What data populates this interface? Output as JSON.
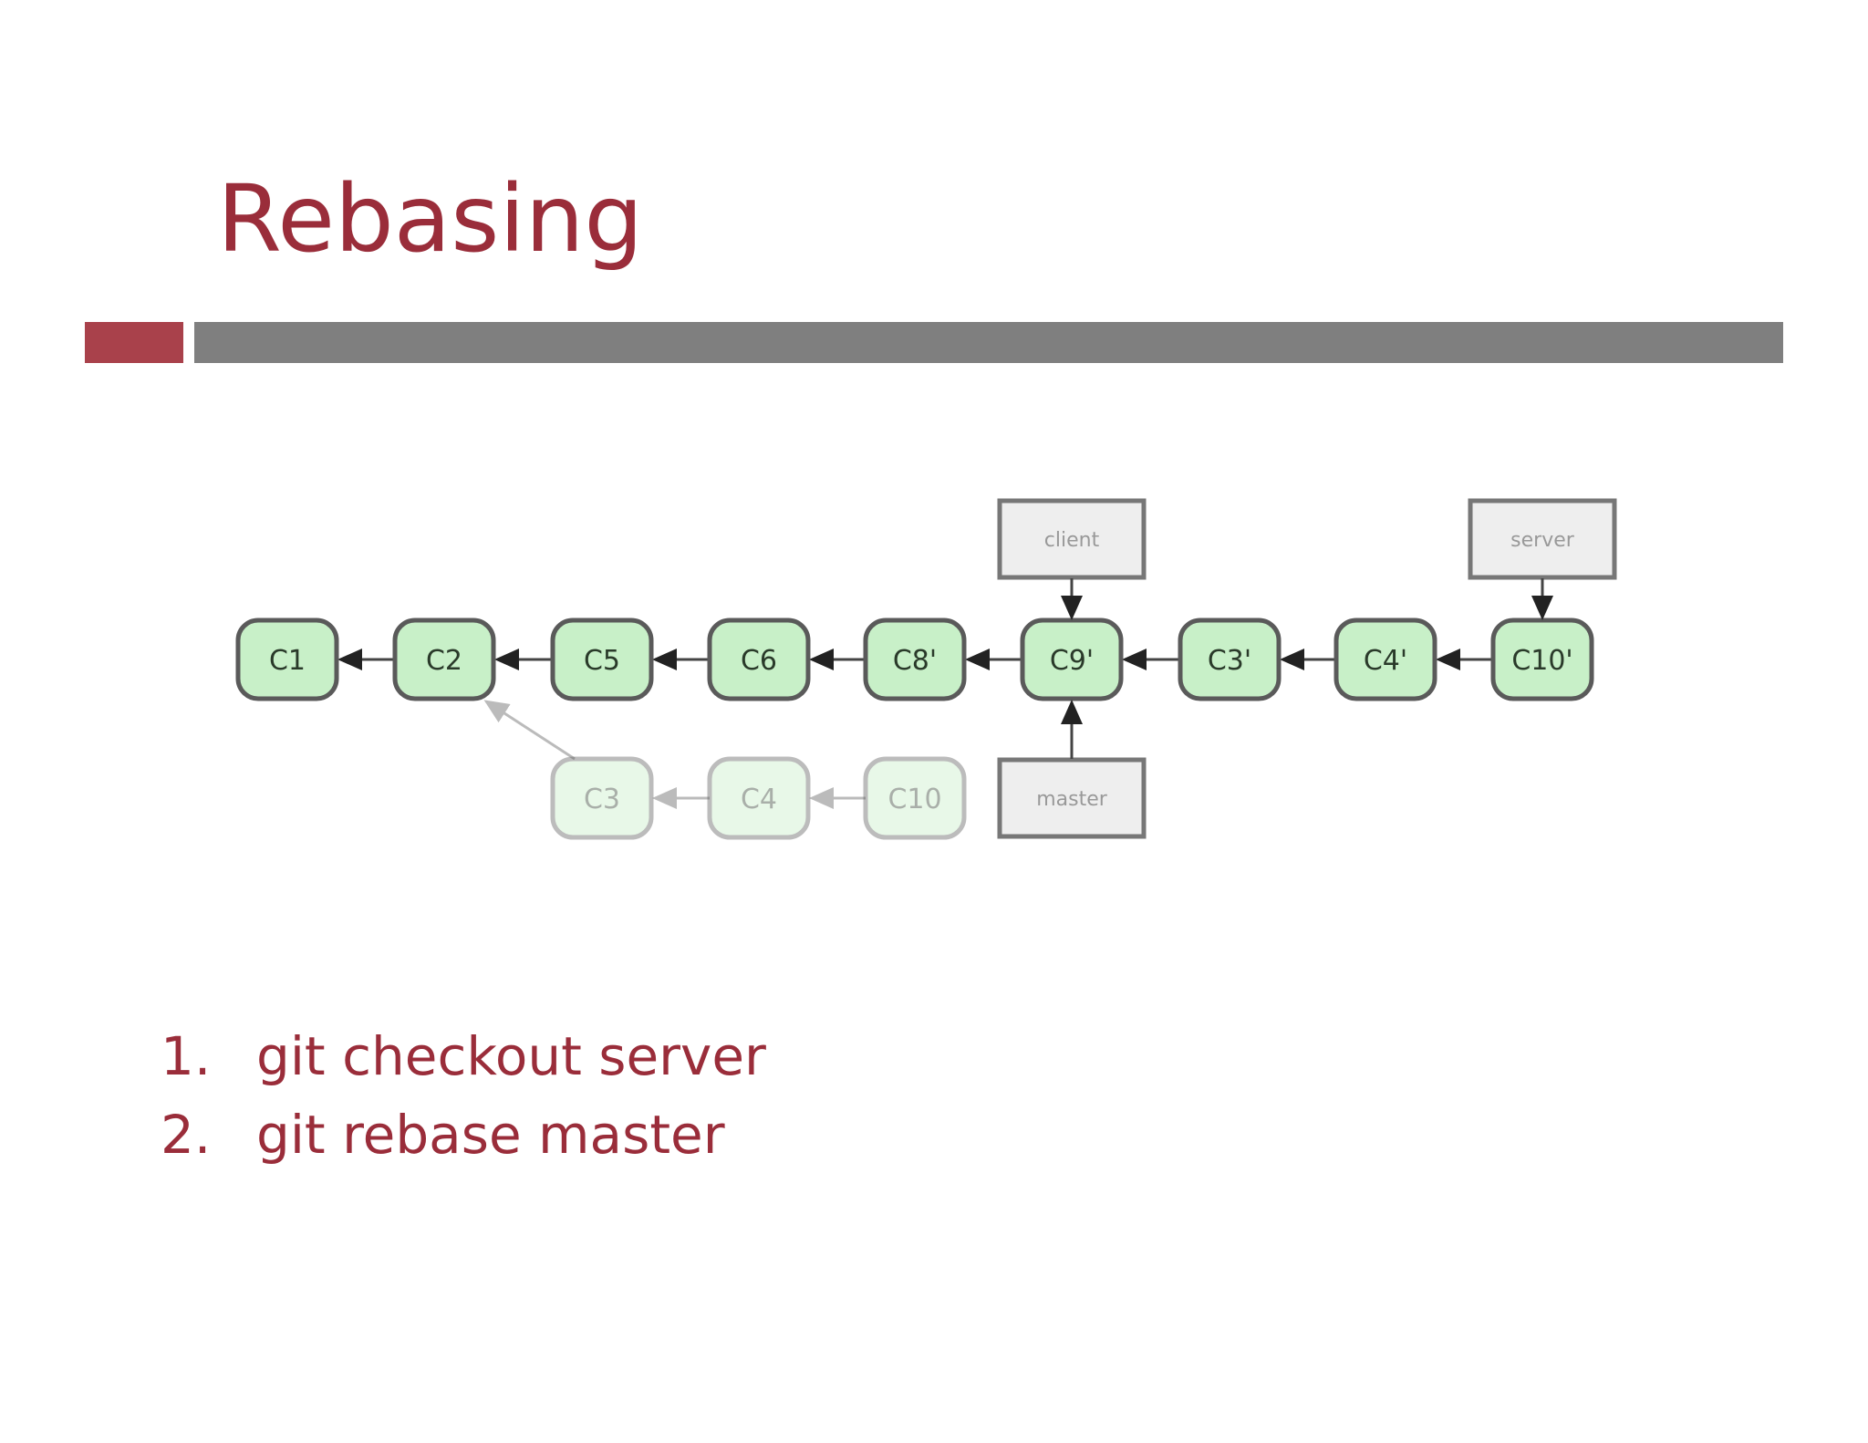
{
  "slide": {
    "title": "Rebasing",
    "colors": {
      "title": "#9a2d3a",
      "accent_bar": "#a9414b",
      "rule_bar": "#7f7f7f",
      "commit_fill": "#c8f0c8",
      "commit_border": "#5a5a5a"
    }
  },
  "diagram": {
    "main_commits": [
      "C1",
      "C2",
      "C5",
      "C6",
      "C8'",
      "C9'",
      "C3'",
      "C4'",
      "C10'"
    ],
    "old_commits": [
      "C3",
      "C4",
      "C10"
    ],
    "branches": {
      "client": "client",
      "server": "server",
      "master": "master"
    }
  },
  "steps": [
    {
      "num": "1.",
      "text": "git checkout server"
    },
    {
      "num": "2.",
      "text": "git rebase master"
    }
  ]
}
